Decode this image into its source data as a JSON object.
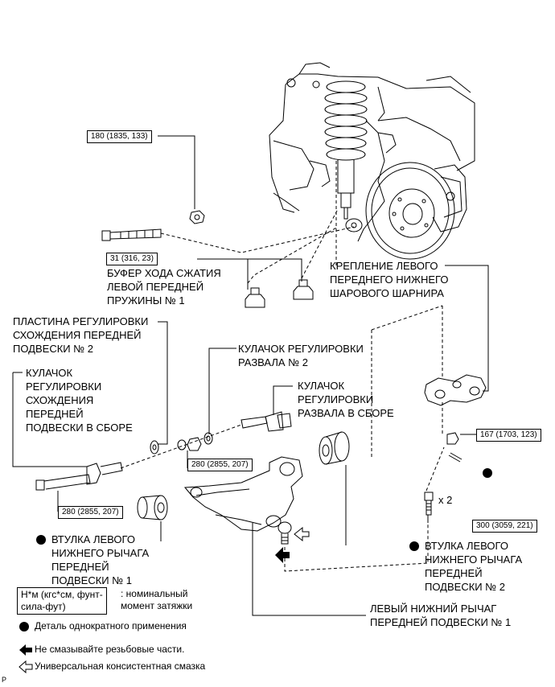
{
  "labels": {
    "torque_180": "180 (1835, 133)",
    "torque_31": "31 (316, 23)",
    "bump_stopper": [
      "БУФЕР ХОДА СЖАТИЯ",
      "ЛЕВОЙ ПЕРЕДНЕЙ",
      "ПРУЖИНЫ № 1"
    ],
    "ball_joint": [
      "КРЕПЛЕНИЕ ЛЕВОГО",
      "ПЕРЕДНЕГО НИЖНЕГО",
      "ШАРОВОГО ШАРНИРА"
    ],
    "toe_plate": [
      "ПЛАСТИНА РЕГУЛИРОВКИ",
      "СХОЖДЕНИЯ ПЕРЕДНЕЙ",
      "ПОДВЕСКИ № 2"
    ],
    "camber_cam2": [
      "КУЛАЧОК РЕГУЛИРОВКИ",
      "РАЗВАЛА № 2"
    ],
    "toe_cam": [
      "КУЛАЧОК",
      "РЕГУЛИРОВКИ",
      "СХОЖДЕНИЯ",
      "ПЕРЕДНЕЙ",
      "ПОДВЕСКИ В СБОРЕ"
    ],
    "camber_cam": [
      "КУЛАЧОК",
      "РЕГУЛИРОВКИ",
      "РАЗВАЛА В СБОРЕ"
    ],
    "torque_167": "167 (1703, 123)",
    "torque_280a": "280 (2855, 207)",
    "torque_280b": "280 (2855, 207)",
    "x2": "x 2",
    "torque_300": "300 (3059, 221)",
    "bushing1": [
      "ВТУЛКА ЛЕВОГО",
      "НИЖНЕГО РЫЧАГА",
      "ПЕРЕДНЕЙ",
      "ПОДВЕСКИ № 1"
    ],
    "bushing2": [
      "ВТУЛКА ЛЕВОГО",
      "НИЖНЕГО РЫЧАГА",
      "ПЕРЕДНЕЙ",
      "ПОДВЕСКИ № 2"
    ],
    "lower_arm": [
      "ЛЕВЫЙ НИЖНИЙ РЫЧАГ",
      "ПЕРЕДНЕЙ ПОДВЕСКИ № 1"
    ]
  },
  "legend": {
    "unit_box": [
      "Н*м (кгс*см, фунт-",
      "сила-фут)"
    ],
    "unit_desc": [
      ": номинальный",
      "момент затяжки"
    ],
    "non_reusable": "Деталь однократного применения",
    "no_lube": "Не смазывайте резьбовые части.",
    "grease": "Универсальная консистентная смазка"
  },
  "corner_letter": "P"
}
